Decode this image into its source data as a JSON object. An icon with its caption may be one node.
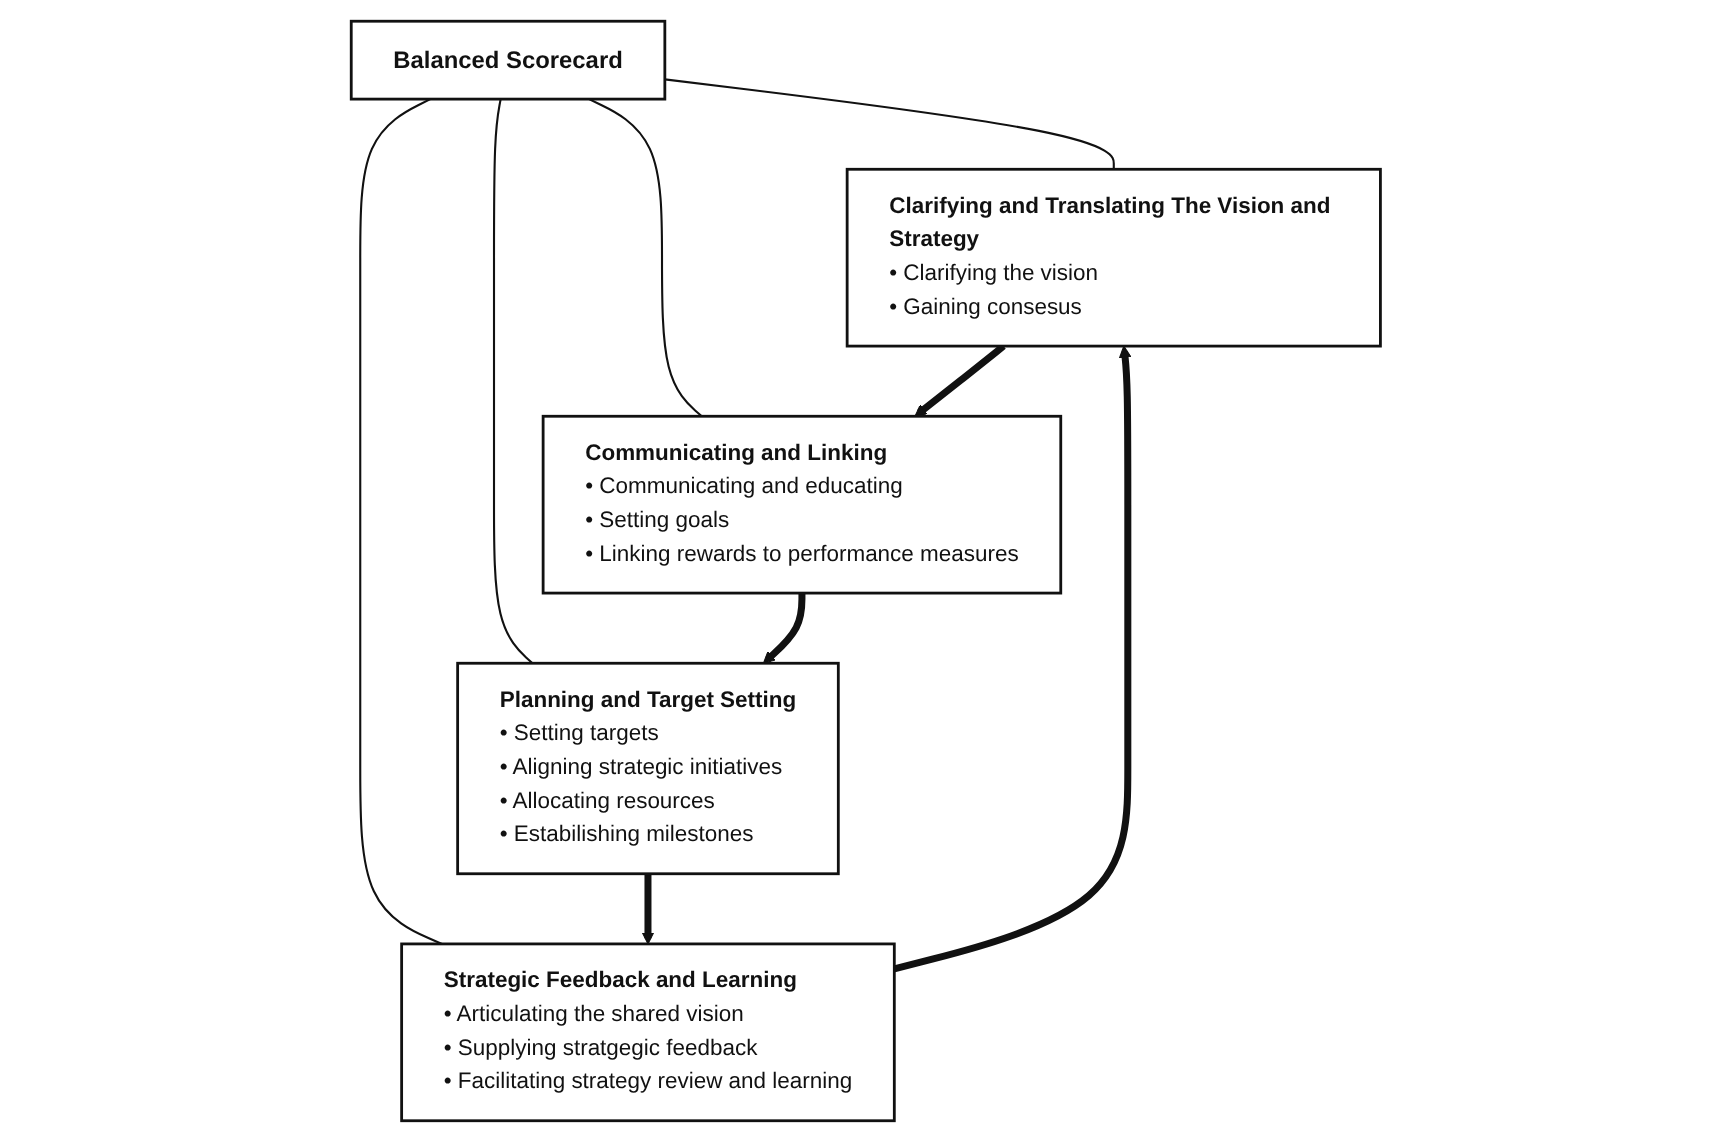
{
  "diagram": {
    "nodes": [
      {
        "text": [
          "Clarifying and Translating The Vision and Strategy",
          "• Clarifying the vision",
          "• Gaining consesus"
        ]
      },
      {
        "text": [
          "Communicating and Linking",
          "• Communicating and educating",
          "• Setting goals",
          "• Linking rewards to performance measures"
        ]
      },
      {
        "text": [
          "Balanced Scorecard"
        ]
      },
      {
        "text": [
          "Strategic Feedback and Learning",
          "• Articulating the shared vision",
          "• Supplying stratgegic feedback",
          "• Facilitating strategy review and learning"
        ]
      },
      {
        "text": [
          "Planning and Target Setting",
          "• Setting targets",
          "• Aligning strategic initiatives",
          "• Allocating resources",
          "• Estabilishing milestones"
        ]
      }
    ],
    "edges": [
      {
        "from": 2,
        "to": 0,
        "arrow": "none"
      },
      {
        "from": 2,
        "to": 1,
        "arrow": "none"
      },
      {
        "from": 2,
        "to": 3,
        "arrow": "none"
      },
      {
        "from": 2,
        "to": 4,
        "arrow": "none"
      },
      {
        "from": 0,
        "to": 1,
        "arrow": "to",
        "style": "thick"
      },
      {
        "from": 1,
        "to": 4,
        "arrow": "to",
        "style": "thick"
      },
      {
        "from": 4,
        "to": 3,
        "arrow": "to",
        "style": "thick"
      },
      {
        "from": 3,
        "to": 0,
        "arrow": "to",
        "style": "thick"
      }
    ]
  }
}
